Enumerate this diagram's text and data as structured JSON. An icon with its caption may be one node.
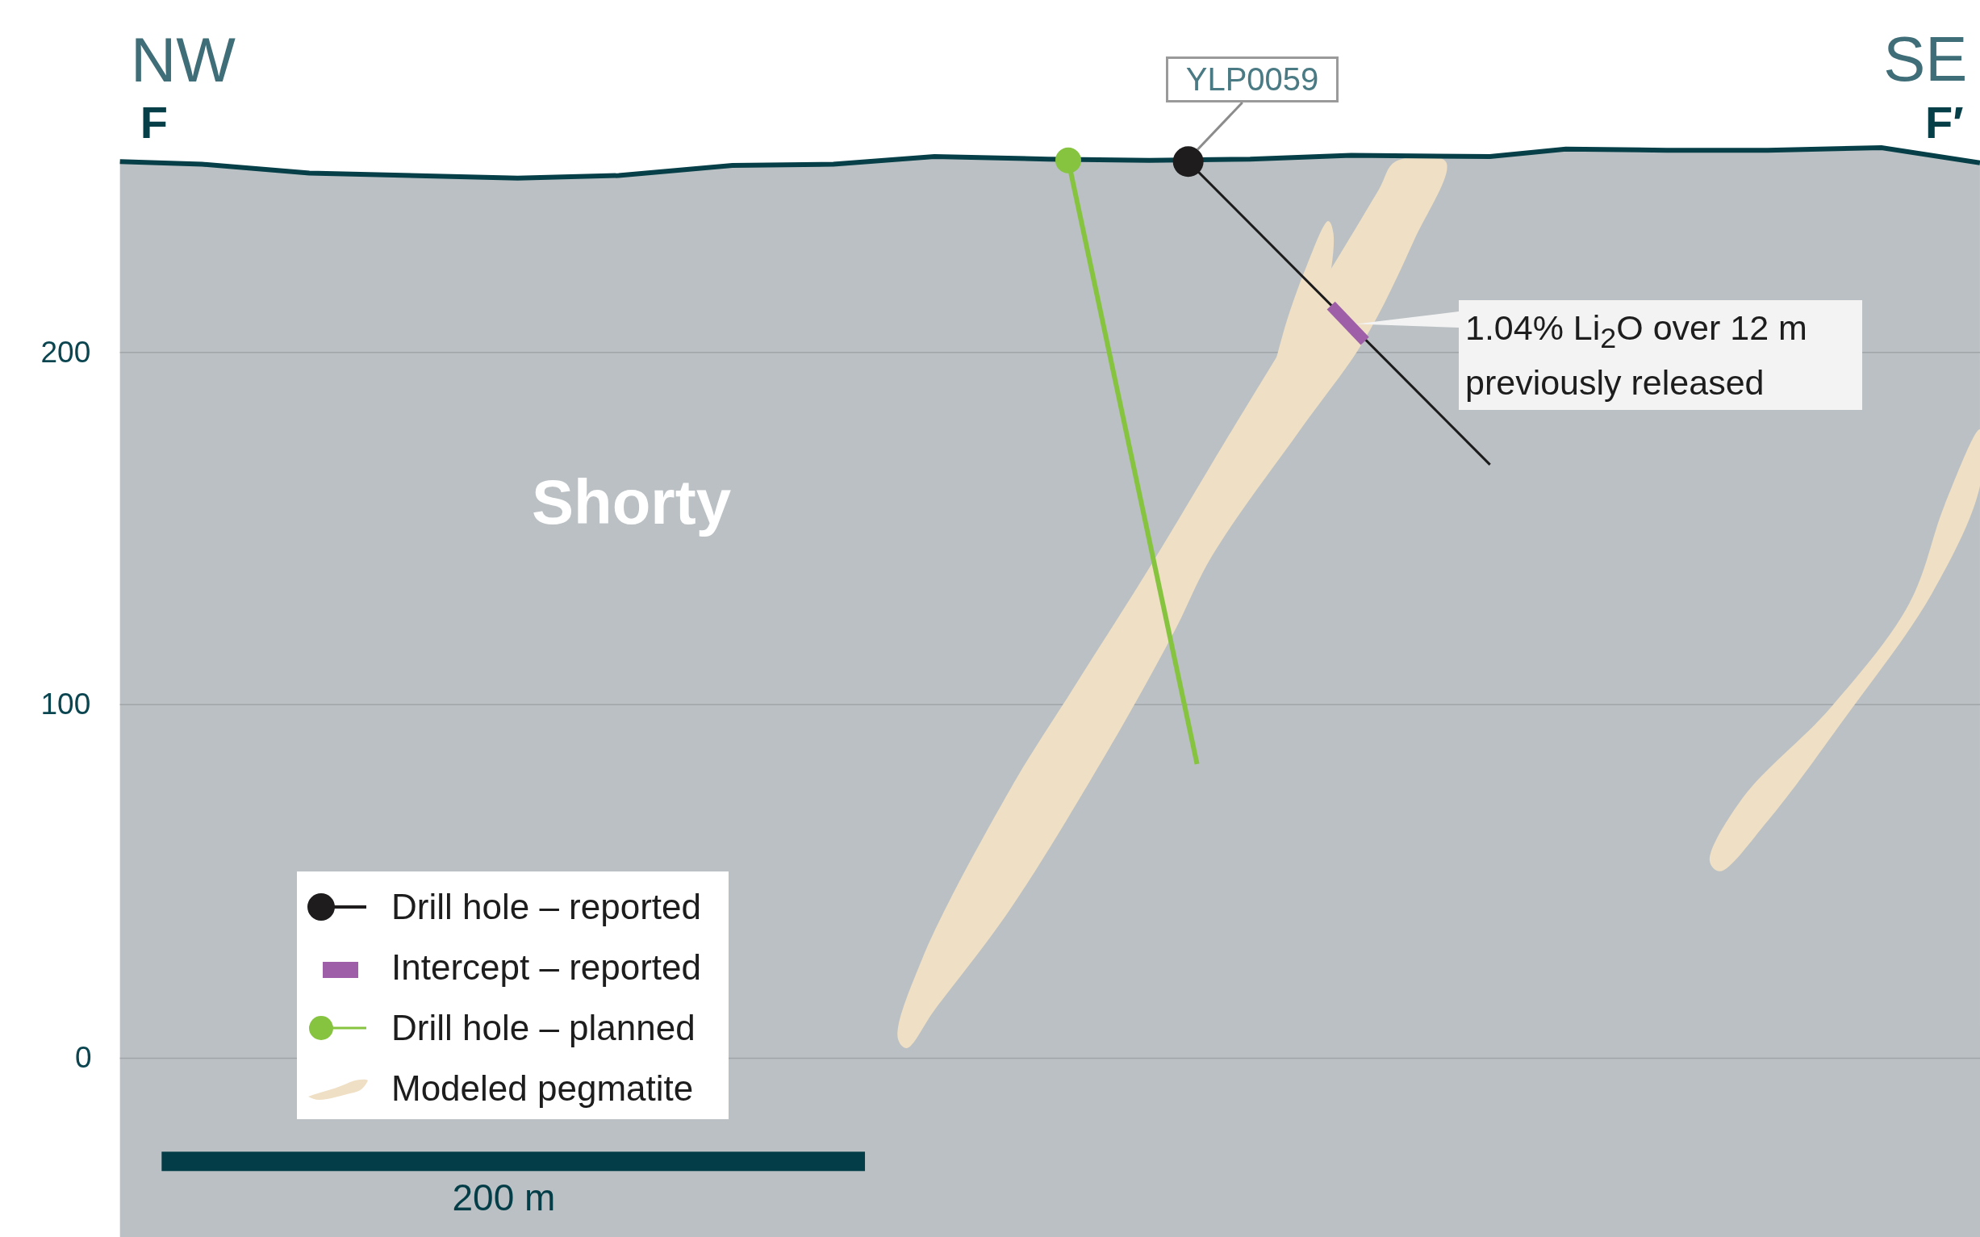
{
  "diagram": {
    "nodes": [
      {
        "text": [
          "YLP0059"
        ]
      },
      {
        "text": [],
        "shape": "circle"
      },
      {
        "text": [],
        "shape": "bar"
      },
      {
        "text": [
          "1.04% Li$_{2}$O over 12 m previously released"
        ]
      }
    ],
    "edges": [
      {
        "from": 0,
        "to": 1,
        "arrow": "none"
      },
      {
        "from": 3,
        "to": 2,
        "arrow": "none"
      }
    ],
    "labels": [
      "NW",
      "F",
      "SE",
      "F′",
      "200",
      "100",
      "0",
      "Shorty",
      "200 m"
    ],
    "legend": [
      {
        "text": "Drill hole – reported"
      },
      {
        "text": "Intercept – reported",
        "color": "#9e5fa8"
      },
      {
        "text": "Drill hole – planned"
      },
      {
        "text": "Modeled pegmatite"
      }
    ]
  }
}
